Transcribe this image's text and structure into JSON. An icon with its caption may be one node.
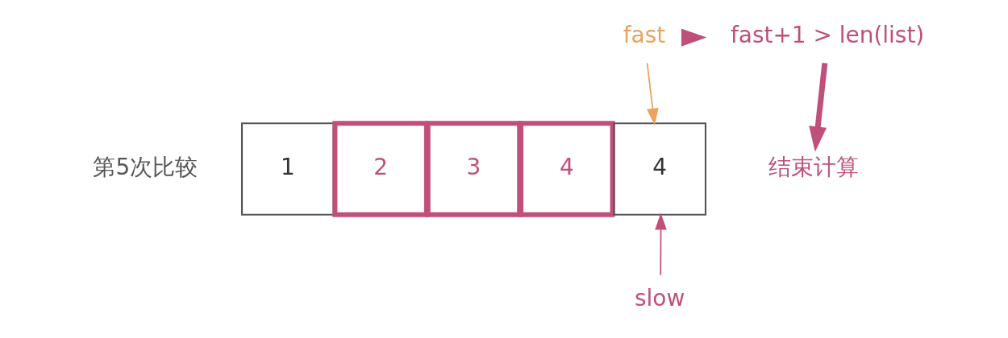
{
  "diagram": {
    "nodes": [
      {
        "text": [
          "1"
        ]
      },
      {
        "text": [
          "2"
        ]
      },
      {
        "text": [
          "3"
        ]
      },
      {
        "text": [
          "4"
        ]
      },
      {
        "text": [
          "4"
        ]
      },
      {
        "text": [
          "fast"
        ]
      },
      {
        "text": [
          "fast+1 > len(list)"
        ]
      },
      {
        "text": [
          "结束计算"
        ]
      },
      {
        "text": [
          "slow"
        ]
      }
    ],
    "edges": [
      {
        "from": 5,
        "to": 4,
        "arrow": "to",
        "color": "#eba25a"
      },
      {
        "from": 8,
        "to": 4,
        "arrow": "to"
      },
      {
        "from": 5,
        "to": 6,
        "arrow": "to",
        "style": "thick"
      },
      {
        "from": 6,
        "to": 7,
        "arrow": "to",
        "style": "thick"
      }
    ],
    "labels": [
      "第5次比较"
    ]
  }
}
